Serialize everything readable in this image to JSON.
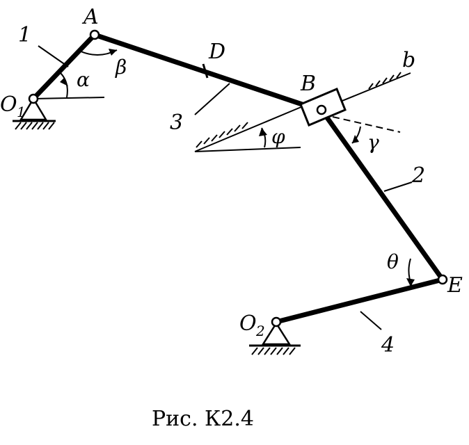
{
  "points": {
    "O1": "O",
    "O1_sub": "1",
    "A": "A",
    "D": "D",
    "B": "B",
    "b": "b",
    "E": "E",
    "O2": "O",
    "O2_sub": "2"
  },
  "links": {
    "l1": "1",
    "l2": "2",
    "l3": "3",
    "l4": "4"
  },
  "angles": {
    "alpha": "α",
    "beta": "β",
    "phi": "φ",
    "gamma": "γ",
    "theta": "θ"
  },
  "caption": "Рис. К2.4"
}
